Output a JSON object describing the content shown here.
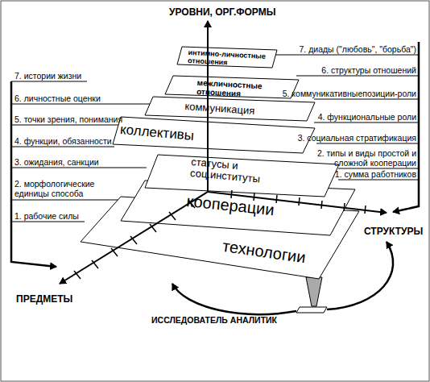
{
  "diagram": {
    "nodes": [
      {
        "text": [
          "интимно-личностные отношения"
        ]
      },
      {
        "text": [
          "межличностные отношения"
        ]
      },
      {
        "text": [
          "коммуникация"
        ]
      },
      {
        "text": [
          "коллективы"
        ]
      },
      {
        "text": [
          "статусы и соц.институты"
        ]
      },
      {
        "text": [
          "кооперации"
        ]
      },
      {
        "text": [
          "технологии"
        ]
      }
    ],
    "labels": [
      "УРОВНИ, ОРГ.ФОРМЫ",
      "7. диады (\"любовь\", \"борьба\")",
      "6. структуры отношений",
      "5. коммуникативныепозиции-роли",
      "4. функциональные роли",
      "3. социальная стратификация",
      "2. типы и виды простой и сложной кооперации",
      "1. сумма работников",
      "7. истории жизни",
      "6. личностные оценки",
      "5. точки зрения, понимания",
      "4. функции, обязанности",
      "3. ожидания, санкции",
      "2. морфологические единицы способа",
      "1. рабочие силы",
      "СТРУКТУРЫ",
      "ПРЕДМЕТЫ",
      "ИССЛЕДОВАТЕЛЬ АНАЛИТИК"
    ]
  }
}
